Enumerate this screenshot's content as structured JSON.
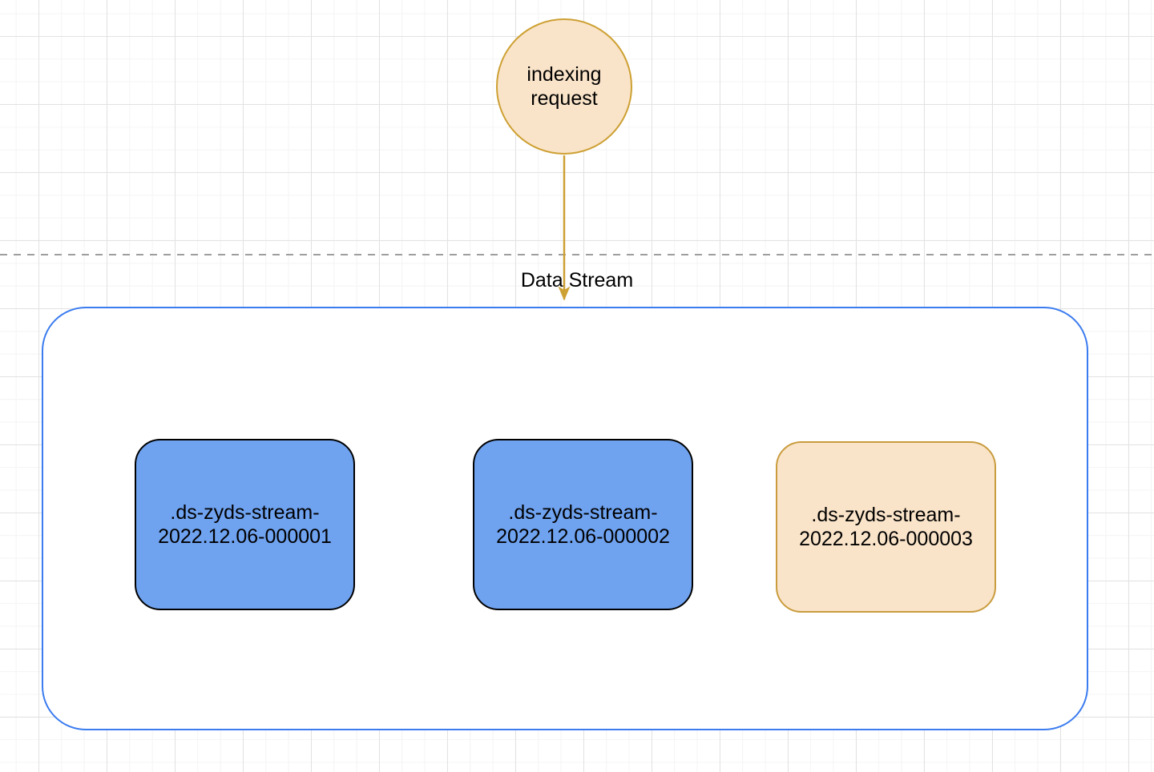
{
  "diagram": {
    "request_node": {
      "label": "indexing request"
    },
    "stream_caption": "Data Stream",
    "indices": [
      {
        "label": ".ds-zyds-stream-2022.12.06-000001",
        "variant": "blue"
      },
      {
        "label": ".ds-zyds-stream-2022.12.06-000002",
        "variant": "blue"
      },
      {
        "label": ".ds-zyds-stream-2022.12.06-000003",
        "variant": "orange"
      }
    ]
  },
  "colors": {
    "arrow_stroke": "#cda033",
    "peach_fill": "#fae4c9",
    "peach_border": "#c99c3e",
    "blue_box_fill": "#6fa2ef",
    "blue_box_border": "#000000",
    "container_border": "#3b7cf0",
    "dashed_line": "#9e9e9e",
    "grid_major": "#e2e2e2",
    "grid_minor": "#f4f4f4"
  }
}
